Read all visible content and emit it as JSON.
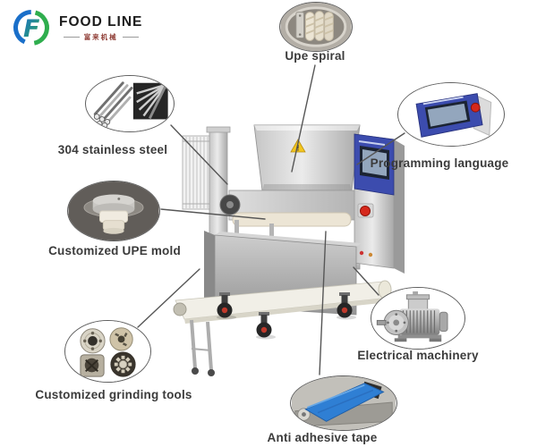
{
  "logo": {
    "brand": "FOOD LINE",
    "tagline": "富来机械"
  },
  "callouts": [
    {
      "label": "Upe spiral",
      "photo": "upe-spiral-photo"
    },
    {
      "label": "304 stainless steel",
      "photo": "stainless-steel-photo"
    },
    {
      "label": "Programming language",
      "photo": "control-panel-photo"
    },
    {
      "label": "Customized UPE mold",
      "photo": "upe-mold-photo"
    },
    {
      "label": "Customized grinding tools",
      "photo": "grinding-tools-photo"
    },
    {
      "label": "Electrical machinery",
      "photo": "electric-motor-photo"
    },
    {
      "label": "Anti adhesive tape",
      "photo": "conveyor-tape-photo"
    }
  ],
  "machine": {
    "warning_symbol": "!"
  },
  "colors": {
    "label_text": "#3b3b3b",
    "connector_line": "#565656",
    "logo_blue": "#1a6fc9",
    "logo_green": "#2fae4e",
    "panel_blue": "#3c4cae",
    "belt_blue": "#2f7fd4",
    "emergency_red": "#d6281c",
    "caster_red": "#c0392b",
    "warning_yellow": "#f3c61e"
  }
}
